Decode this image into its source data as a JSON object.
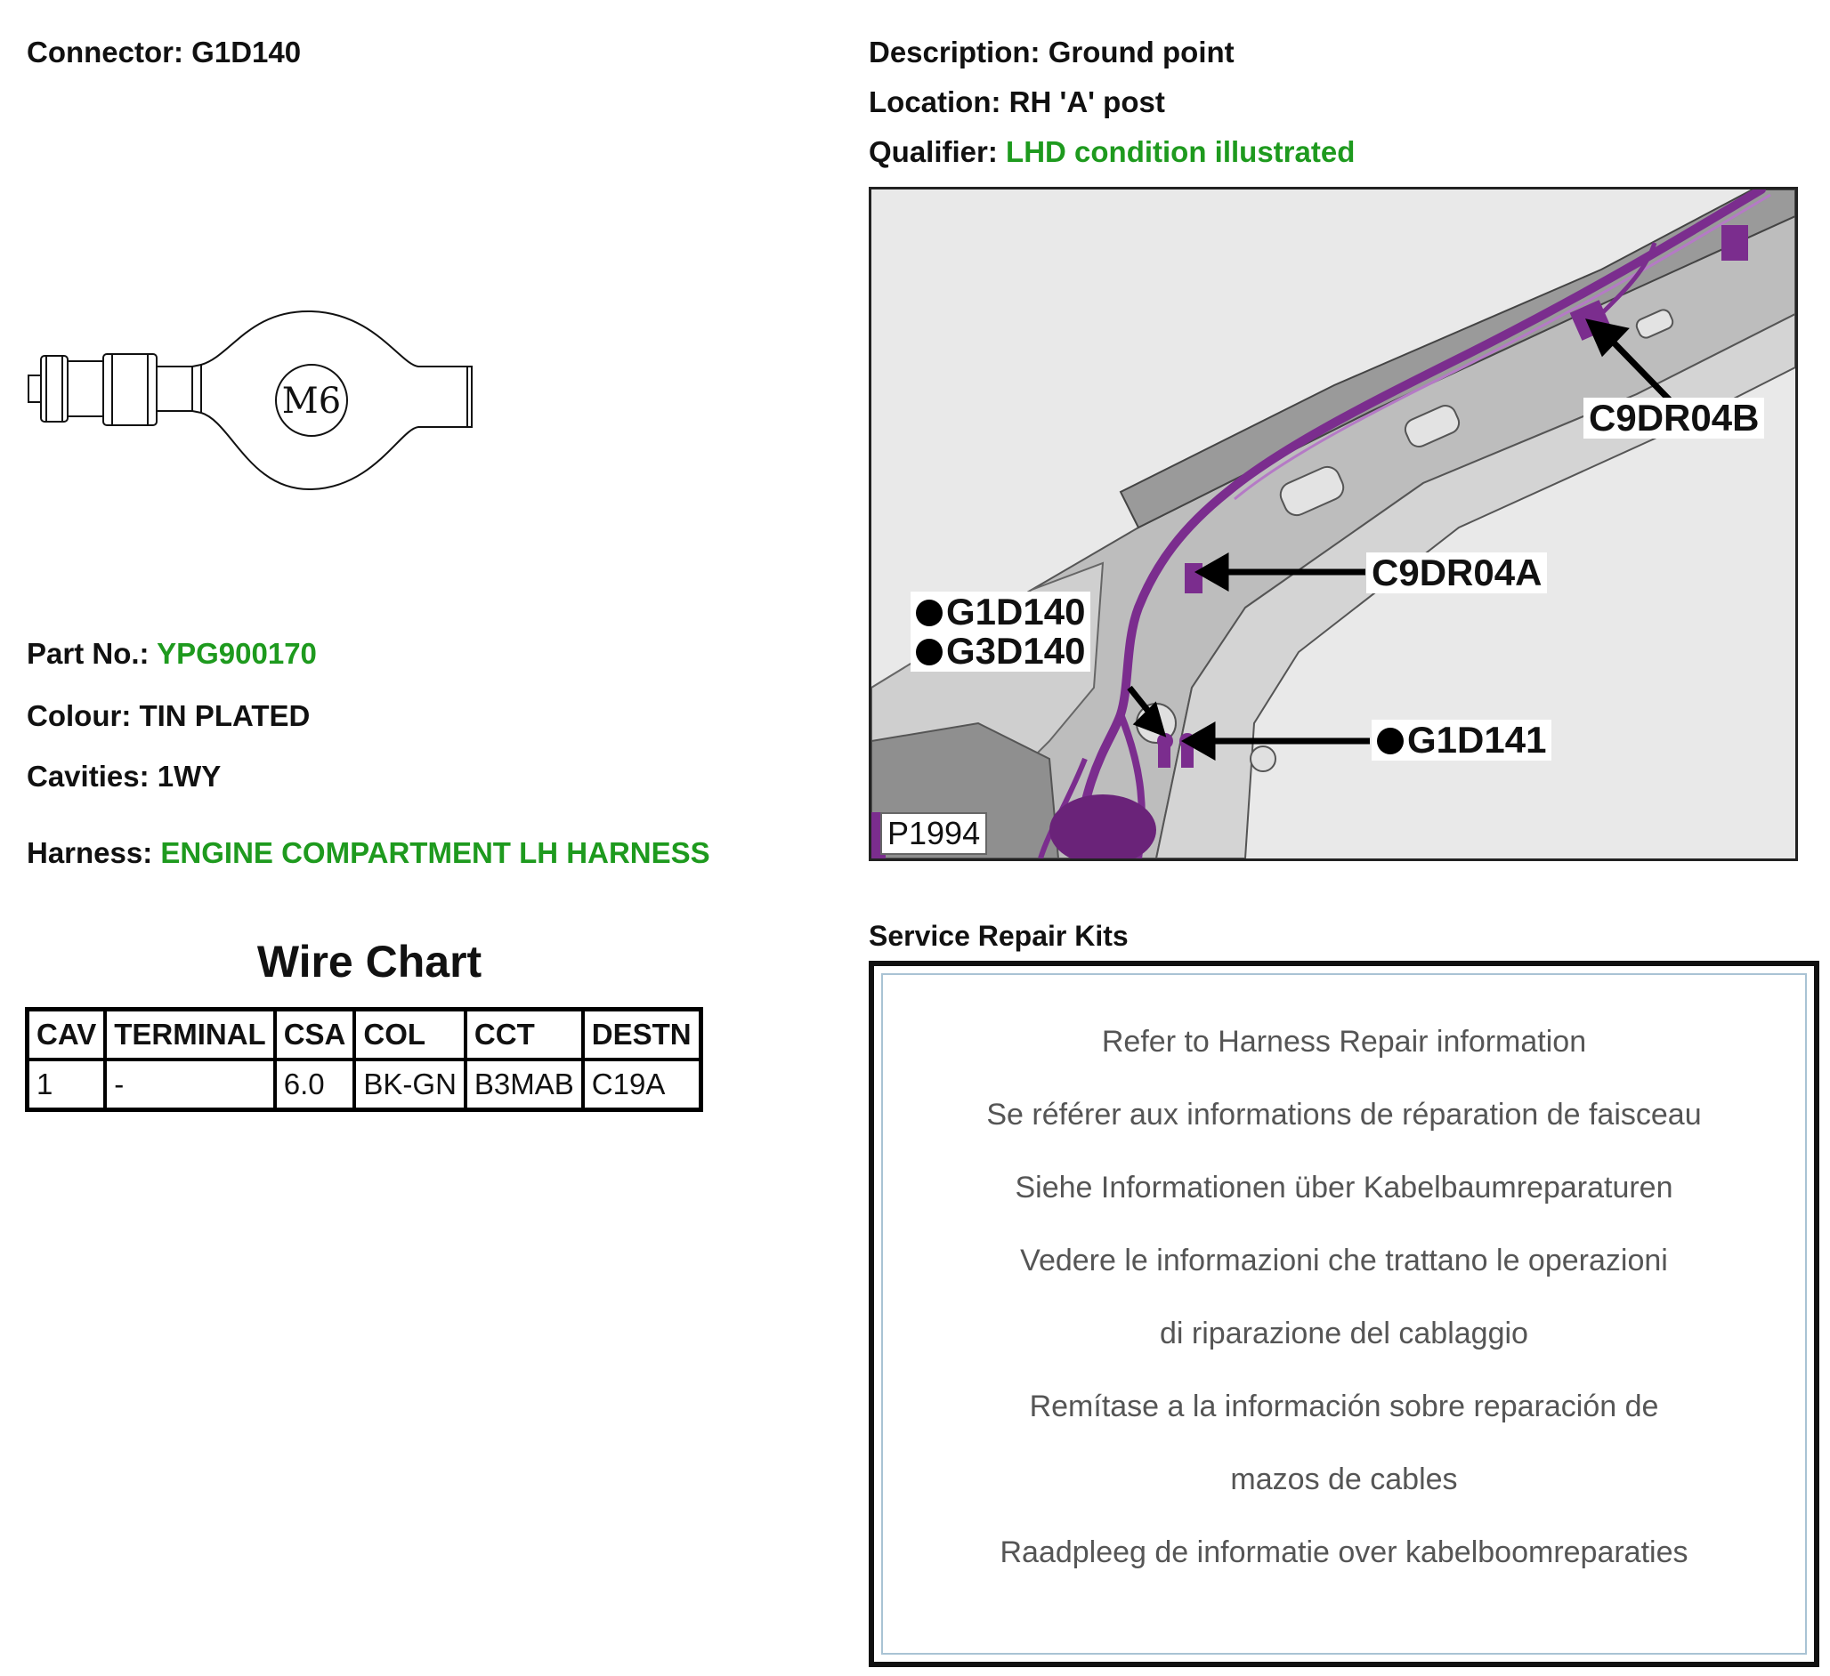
{
  "connector": {
    "label": "Connector:",
    "value": "G1D140"
  },
  "description": {
    "label": "Description:",
    "value": "Ground point"
  },
  "location": {
    "label": "Location:",
    "value": "RH 'A' post"
  },
  "qualifier": {
    "label": "Qualifier:",
    "value": "LHD condition illustrated"
  },
  "drawing": {
    "stud_label": "M6"
  },
  "part_no": {
    "label": "Part No.:",
    "value": "YPG900170"
  },
  "colour": {
    "label": "Colour:",
    "value": "TIN PLATED"
  },
  "cavities": {
    "label": "Cavities:",
    "value": "1WY"
  },
  "harness": {
    "label": "Harness:",
    "value": "ENGINE COMPARTMENT LH HARNESS"
  },
  "wire_chart": {
    "title": "Wire Chart",
    "headers": [
      "CAV",
      "TERMINAL",
      "CSA",
      "COL",
      "CCT",
      "DESTN"
    ],
    "rows": [
      [
        "1",
        "-",
        "6.0",
        "BK-GN",
        "B3MAB",
        "C19A"
      ]
    ]
  },
  "figure": {
    "callouts": {
      "c9dr04b": "C9DR04B",
      "c9dr04a": "C9DR04A",
      "g1d140": "G1D140",
      "g3d140": "G3D140",
      "g1d141": "G1D141"
    },
    "figure_id": "P1994",
    "harness_color": "#7b2d8e"
  },
  "service_repair_kits": {
    "title": "Service Repair Kits",
    "lines": [
      "Refer to Harness Repair information",
      "Se référer aux informations de réparation de faisceau",
      "Siehe Informationen über Kabelbaumreparaturen",
      "Vedere le informazioni che trattano le operazioni",
      "di riparazione del cablaggio",
      "Remítase a la información sobre reparación de",
      "mazos de cables",
      "Raadpleeg de informatie over kabelboomreparaties"
    ]
  },
  "colors": {
    "green_value": "#1e9a1e",
    "text": "#111111",
    "kit_text": "#555555"
  }
}
